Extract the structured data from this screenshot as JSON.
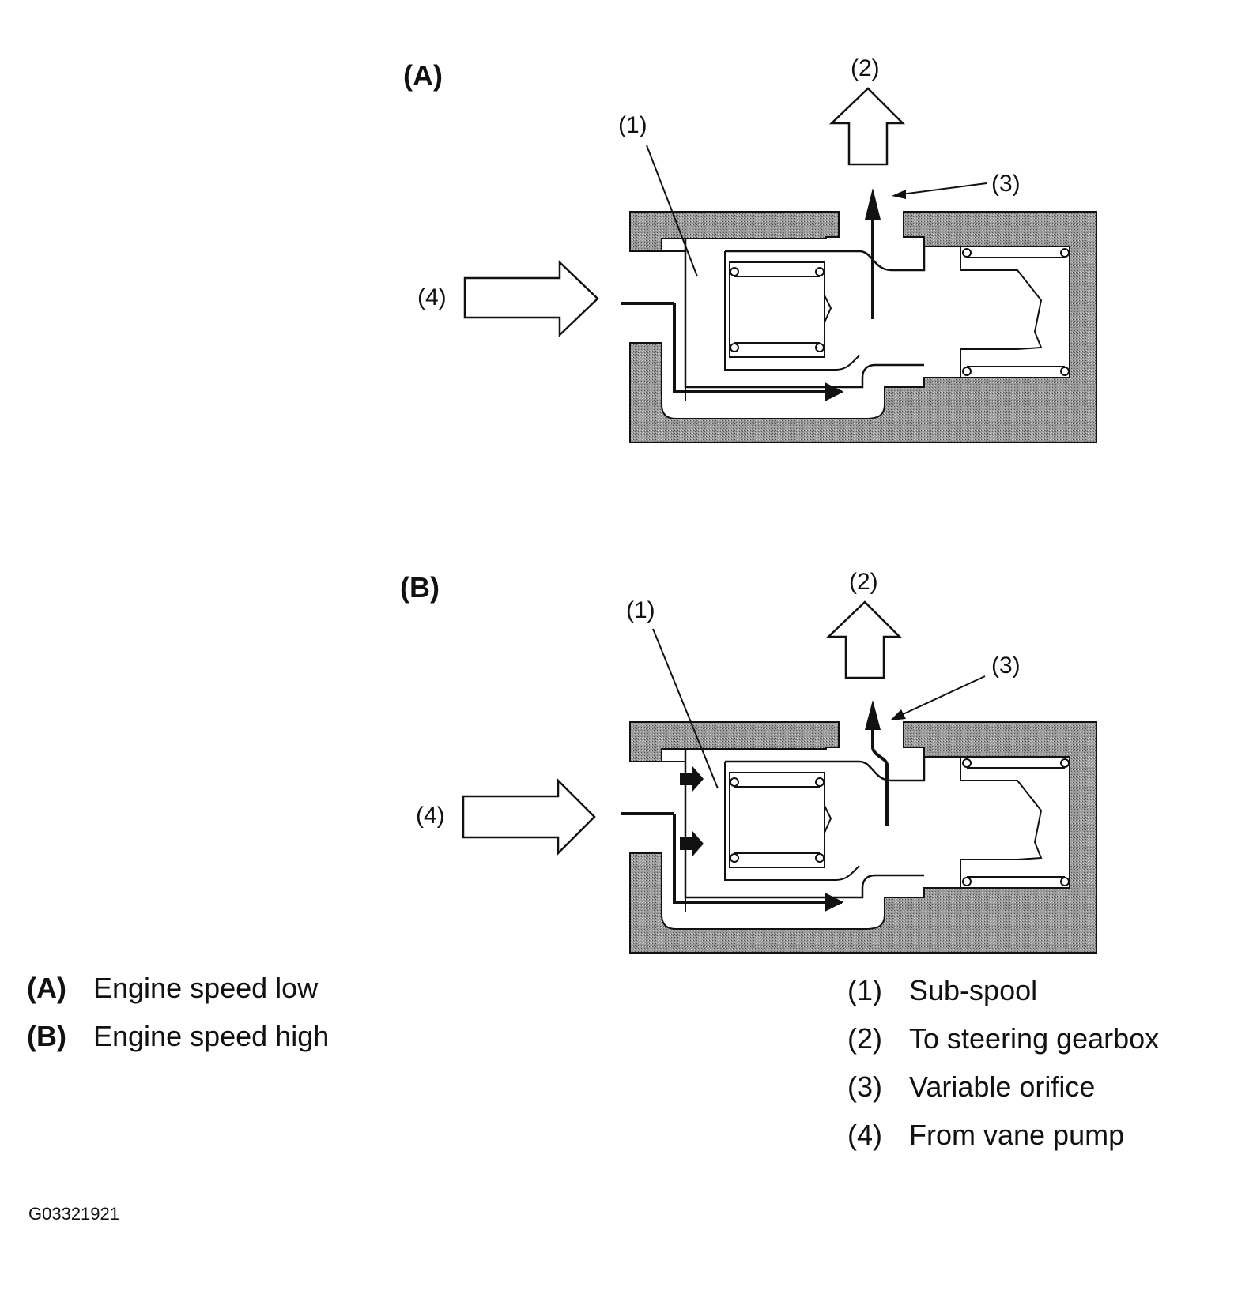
{
  "panels": [
    {
      "id": "A",
      "title": "(A)",
      "callouts": {
        "sub_spool": "(1)",
        "to_gearbox": "(2)",
        "orifice": "(3)",
        "from_pump": "(4)"
      }
    },
    {
      "id": "B",
      "title": "(B)",
      "callouts": {
        "sub_spool": "(1)",
        "to_gearbox": "(2)",
        "orifice": "(3)",
        "from_pump": "(4)"
      }
    }
  ],
  "legend_conditions": [
    {
      "key": "(A)",
      "text": "Engine speed low"
    },
    {
      "key": "(B)",
      "text": "Engine speed high"
    }
  ],
  "legend_parts": [
    {
      "key": "(1)",
      "text": "Sub-spool"
    },
    {
      "key": "(2)",
      "text": "To steering gearbox"
    },
    {
      "key": "(3)",
      "text": "Variable orifice"
    },
    {
      "key": "(4)",
      "text": "From vane pump"
    }
  ],
  "figure_code": "G03321921",
  "colors": {
    "housing": "#8e8e8e",
    "line": "#111111",
    "background": "#ffffff"
  }
}
